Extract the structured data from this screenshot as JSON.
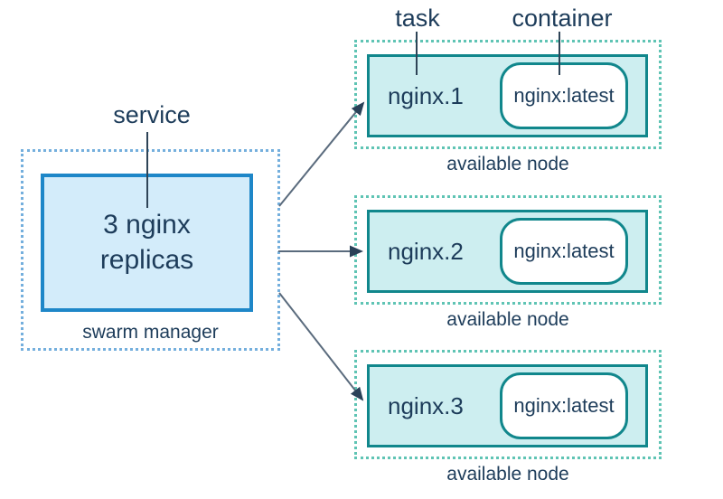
{
  "labels": {
    "service": "service",
    "task": "task",
    "container": "container"
  },
  "manager": {
    "box_text": "3 nginx replicas",
    "caption": "swarm manager"
  },
  "nodes": [
    {
      "task": "nginx.1",
      "container": "nginx:latest",
      "caption": "available node"
    },
    {
      "task": "nginx.2",
      "container": "nginx:latest",
      "caption": "available node"
    },
    {
      "task": "nginx.3",
      "container": "nginx:latest",
      "caption": "available node"
    }
  ],
  "colors": {
    "text": "#1d3c5a",
    "service_box_border": "#1e87c8",
    "service_box_fill": "#d3ecfa",
    "manager_dotted_border": "#74afdd",
    "node_dotted_border": "#5fc4b4",
    "task_box_border": "#11878c",
    "task_box_fill": "#cdeef0",
    "container_box_fill": "#ffffff",
    "arrow_line": "#5a6b7d",
    "arrow_head": "#2a4158"
  }
}
